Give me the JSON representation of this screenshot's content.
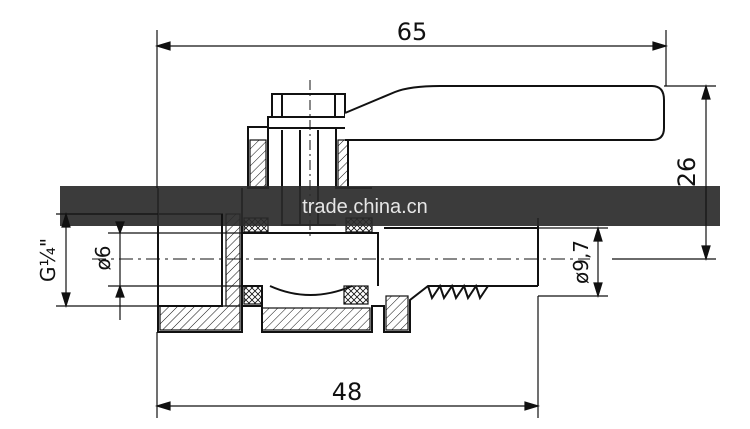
{
  "drawing": {
    "dimensions": {
      "overall_length": "65",
      "fitting_length": "48",
      "height": "26",
      "thread": "G¼\"",
      "bore_diameter": "ø6",
      "hose_diameter": "ø9,7"
    },
    "watermark": "trade.china.cn",
    "colors": {
      "line": "#111111",
      "watermark_band": "#2a2a2a",
      "watermark_text": "#e6e6e6"
    }
  }
}
